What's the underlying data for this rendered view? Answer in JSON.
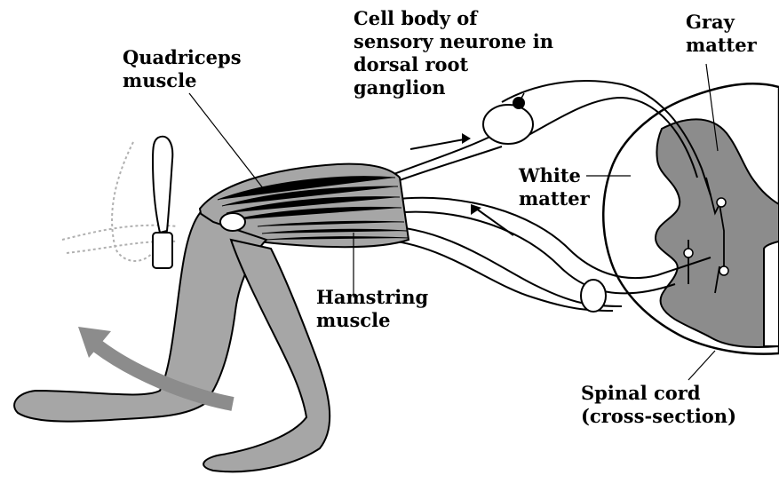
{
  "labels": {
    "cell_body": [
      "Cell body of",
      "sensory neurone in",
      "dorsal root",
      "ganglion"
    ],
    "gray_matter": [
      "Gray",
      "matter"
    ],
    "quadriceps": [
      "Quadriceps",
      "muscle"
    ],
    "white_matter": [
      "White",
      "matter"
    ],
    "hamstring": [
      "Hamstring",
      "muscle"
    ],
    "spinal_cord": [
      "Spinal cord",
      "(cross-section)"
    ]
  },
  "colors": {
    "gray_fill": "#8c8c8c",
    "leg_fill": "#a6a6a6",
    "line": "#000000",
    "ghost": "#b0b0b0"
  }
}
